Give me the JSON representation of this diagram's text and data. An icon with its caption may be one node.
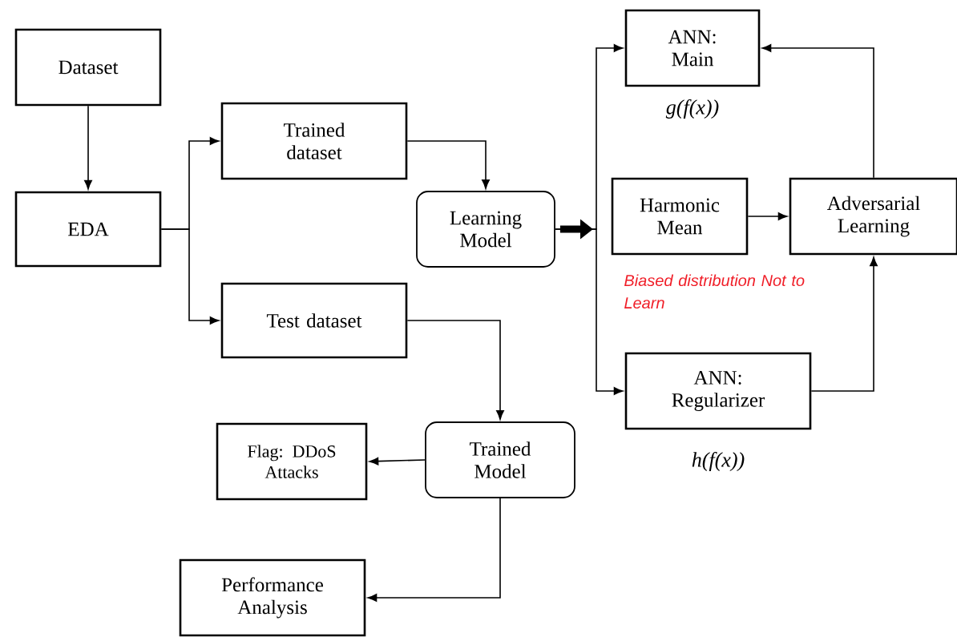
{
  "diagram": {
    "nodes": [
      {
        "text": [
          "Dataset"
        ]
      },
      {
        "text": [
          "EDA"
        ]
      },
      {
        "text": [
          "Trained dataset"
        ]
      },
      {
        "text": [
          "Test dataset"
        ]
      },
      {
        "text": [
          "Learning Model"
        ]
      },
      {
        "text": [
          "ANN: Main"
        ],
        "beside": [
          "g(f(x))"
        ]
      },
      {
        "text": [
          "Harmonic Mean"
        ]
      },
      {
        "text": [
          "Adversarial Learning"
        ]
      },
      {
        "text": [
          "ANN: Regularizer"
        ],
        "beside": [
          "h(f(x))"
        ]
      },
      {
        "text": [
          "Trained Model"
        ]
      },
      {
        "text": [
          "Flag: DDoS Attacks"
        ]
      },
      {
        "text": [
          "Performance Analysis"
        ]
      }
    ],
    "edges": [
      {
        "from": 0,
        "to": 1,
        "arrow": "to"
      },
      {
        "from": 1,
        "to": 2,
        "arrow": "to"
      },
      {
        "from": 1,
        "to": 3,
        "arrow": "to"
      },
      {
        "from": 2,
        "to": 4,
        "arrow": "to"
      },
      {
        "from": 3,
        "to": 9,
        "arrow": "to"
      },
      {
        "from": 4,
        "to": 5,
        "arrow": "to"
      },
      {
        "from": 4,
        "to": 8,
        "arrow": "to"
      },
      {
        "from": 6,
        "to": 7,
        "arrow": "to"
      },
      {
        "from": 8,
        "to": 7,
        "arrow": "to"
      },
      {
        "from": 7,
        "to": 5,
        "arrow": "to"
      },
      {
        "from": 9,
        "to": 10,
        "arrow": "to"
      },
      {
        "from": 9,
        "to": 11,
        "arrow": "to"
      }
    ],
    "labels": [
      "Biased distribution Not to Learn"
    ]
  }
}
